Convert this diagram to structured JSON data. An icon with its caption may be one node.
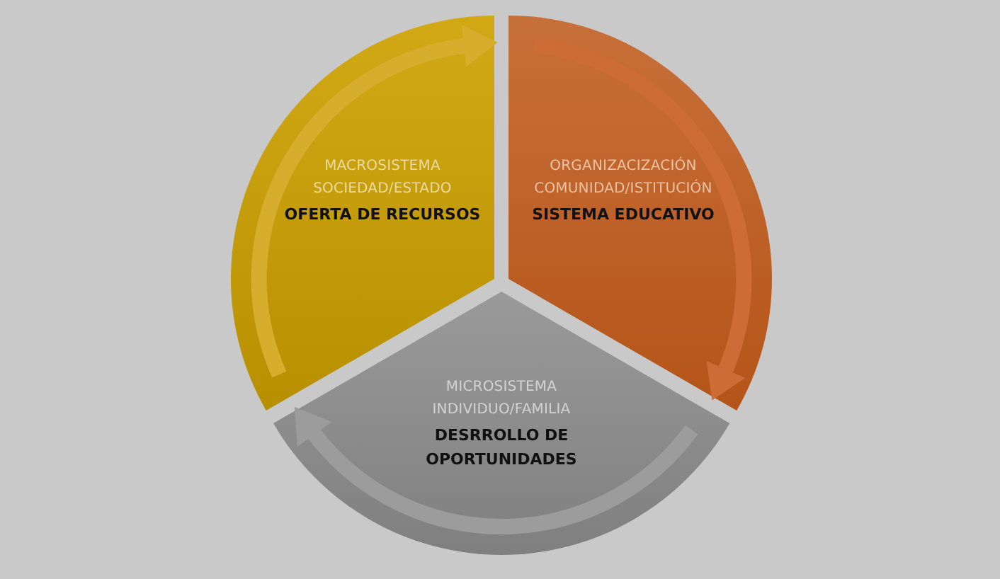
{
  "diagram": {
    "nodes": [
      {
        "text": [
          "MACROSISTEMA",
          "SOCIEDAD/ESTADO",
          "OFERTA DE RECURSOS"
        ]
      },
      {
        "text": [
          "ORGANIZACIZACIÓN",
          "COMUNIDAD/ISTITUCIÓN",
          "SISTEMA EDUCATIVO"
        ]
      },
      {
        "text": [
          "MICROSISTEMA",
          "INDIVIDUO/FAMILIA",
          "DESRROLLO DE OPORTUNIDADES"
        ]
      }
    ],
    "edges": [
      {
        "from": 0,
        "to": 1,
        "arrow": "to",
        "color": "#d6ad2c"
      },
      {
        "from": 1,
        "to": 2,
        "arrow": "to",
        "color": "#cd6c36"
      },
      {
        "from": 2,
        "to": 0,
        "arrow": "to",
        "color": "#9c9c9c"
      }
    ]
  }
}
